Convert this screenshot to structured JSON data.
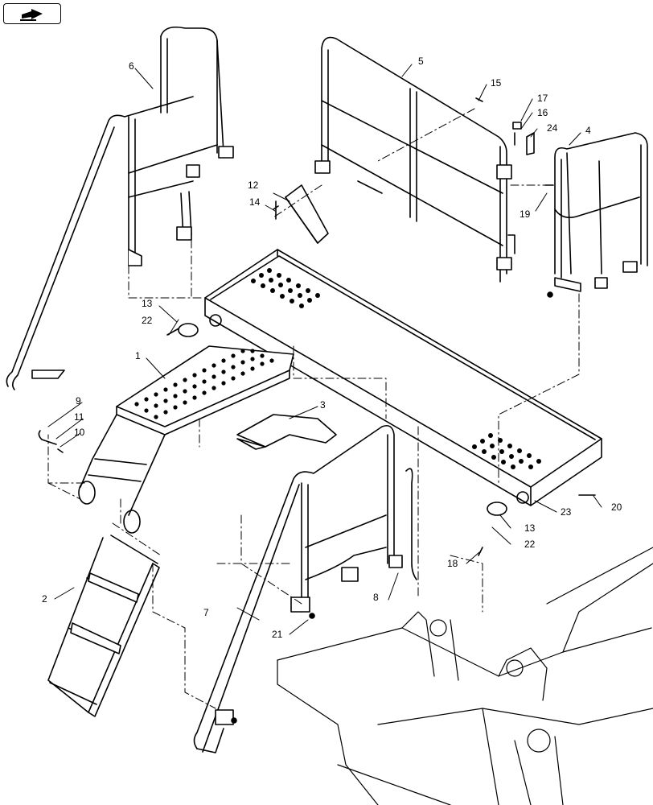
{
  "toolbar": {
    "nav_icon": "next-page-arrow-icon"
  },
  "colors": {
    "line": "#000000",
    "background": "#ffffff"
  },
  "callouts": {
    "c1": "1",
    "c2": "2",
    "c3": "3",
    "c4": "4",
    "c5": "5",
    "c6": "6",
    "c7": "7",
    "c8": "8",
    "c9": "9",
    "c10": "10",
    "c11": "11",
    "c12": "12",
    "c13a": "13",
    "c13b": "13",
    "c14": "14",
    "c15": "15",
    "c16": "16",
    "c17": "17",
    "c18": "18",
    "c19": "19",
    "c20": "20",
    "c21": "21",
    "c22a": "22",
    "c22b": "22",
    "c23": "23",
    "c24": "24"
  }
}
